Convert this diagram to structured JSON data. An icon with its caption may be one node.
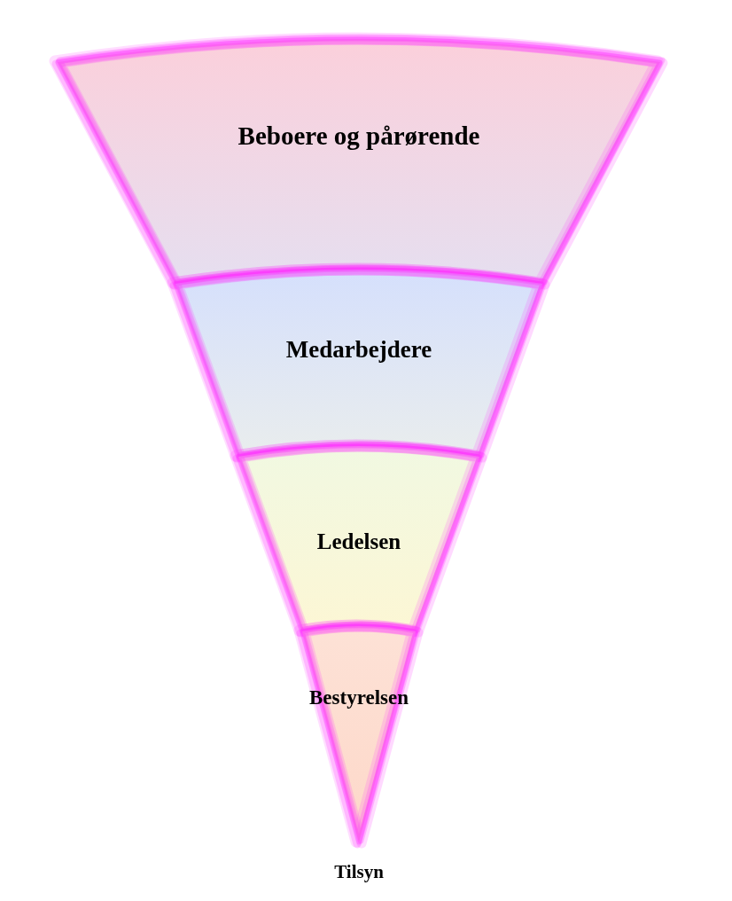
{
  "diagram": {
    "nodes": [
      {
        "text": [
          "Beboere og pårørende"
        ]
      },
      {
        "text": [
          "Medarbejdere"
        ]
      },
      {
        "text": [
          "Ledelsen"
        ]
      },
      {
        "text": [
          "Bestyrelsen"
        ]
      }
    ],
    "labels": [
      "Tilsyn"
    ]
  }
}
